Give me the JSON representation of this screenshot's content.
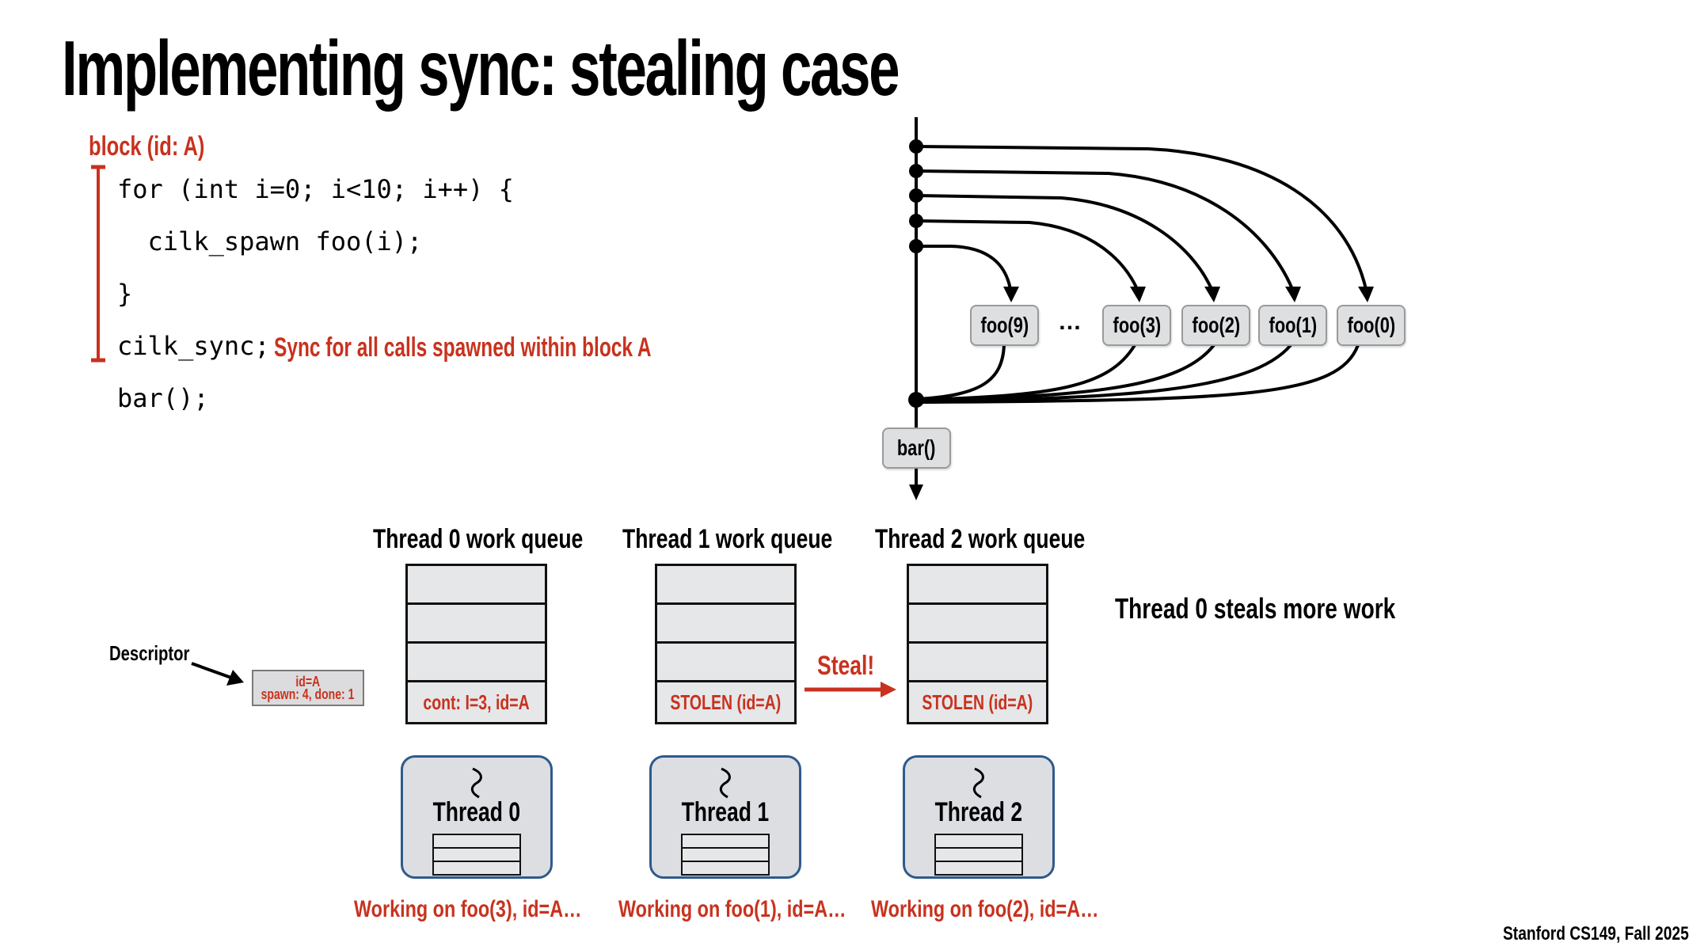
{
  "title": "Implementing sync: stealing case",
  "code": {
    "block_label": "block (id: A)",
    "lines": [
      "for (int i=0; i<10; i++) {",
      "  cilk_spawn foo(i);",
      "}",
      "cilk_sync;",
      "bar();"
    ],
    "sync_note": "Sync for all calls spawned within block A"
  },
  "dag": {
    "spawned_calls": [
      "foo(9)",
      "…",
      "foo(3)",
      "foo(2)",
      "foo(1)",
      "foo(0)"
    ],
    "continuation_call": "bar()"
  },
  "descriptor": {
    "label": "Descriptor",
    "line1": "id=A",
    "line2": "spawn: 4, done: 1"
  },
  "queues": [
    {
      "title": "Thread 0 work queue",
      "entries": [
        "",
        "",
        "",
        "cont: I=3, id=A"
      ]
    },
    {
      "title": "Thread 1 work queue",
      "entries": [
        "",
        "",
        "",
        "STOLEN (id=A)"
      ]
    },
    {
      "title": "Thread 2 work queue",
      "entries": [
        "",
        "",
        "",
        "STOLEN (id=A)"
      ]
    }
  ],
  "steal_label": "Steal!",
  "status_note": "Thread 0 steals more work",
  "threads": [
    {
      "name": "Thread 0",
      "working": "Working on foo(3), id=A…"
    },
    {
      "name": "Thread 1",
      "working": "Working on foo(1), id=A…"
    },
    {
      "name": "Thread 2",
      "working": "Working on foo(2), id=A…"
    }
  ],
  "footer": "Stanford CS149, Fall 2025",
  "colors": {
    "accent_red": "#c8321e",
    "thread_border": "#2f5a8c",
    "box_fill": "#e6e7e9"
  }
}
